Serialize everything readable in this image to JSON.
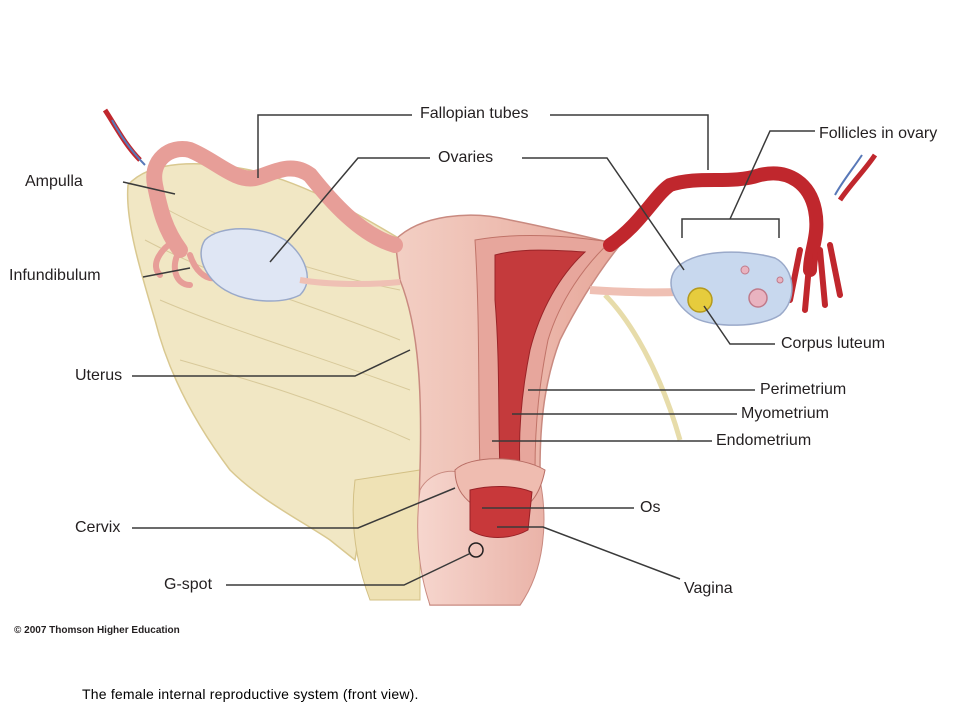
{
  "labels": {
    "fallopian_tubes": "Fallopian tubes",
    "ovaries": "Ovaries",
    "follicles_in_ovary": "Follicles in ovary",
    "ampulla": "Ampulla",
    "infundibulum": "Infundibulum",
    "uterus": "Uterus",
    "corpus_luteum": "Corpus luteum",
    "perimetrium": "Perimetrium",
    "myometrium": "Myometrium",
    "endometrium": "Endometrium",
    "cervix": "Cervix",
    "os": "Os",
    "g_spot": "G-spot",
    "vagina": "Vagina"
  },
  "copyright": "© 2007 Thomson Higher Education",
  "caption": "The female internal reproductive system (front view).",
  "colors": {
    "ligament": "#f1e7c4",
    "uterus_wall": "#efbcb0",
    "cavity": "#c43a3c",
    "tube": "#e79e98",
    "tube_right": "#c0272d",
    "ovary": "#c8d8ee",
    "corpus_luteum": "#e6cc3d",
    "leader_line": "#3a3a3a"
  }
}
